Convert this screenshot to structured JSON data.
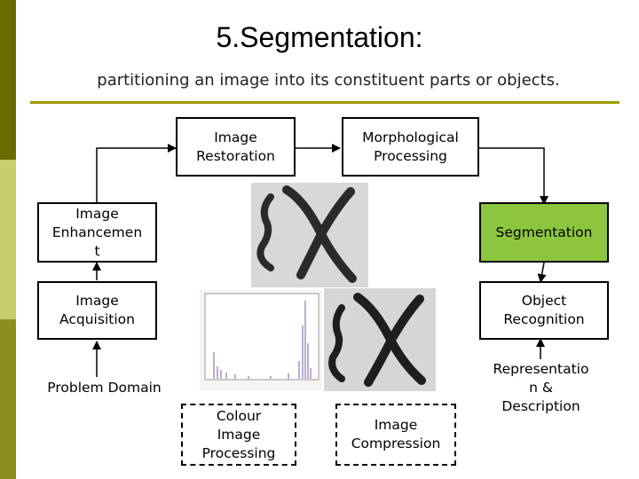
{
  "slide": {
    "title": "5.Segmentation:",
    "subtitle": "partitioning an image into its constituent parts or objects."
  },
  "colors": {
    "sidebar": [
      "#6b6b00",
      "#c8cc6a",
      "#8a8f1e"
    ],
    "rule": "#9c9c00",
    "highlight": "#8cc63f"
  },
  "boxes": {
    "restoration": "Image\nRestoration",
    "morphological": "Morphological\nProcessing",
    "enhancement": "Image\nEnhancemen\nt",
    "segmentation": "Segmentation",
    "acquisition": "Image\nAcquisition",
    "recognition": "Object\nRecognition",
    "problem_domain": "Problem Domain",
    "colour": "Colour\nImage\nProcessing",
    "compression": "Image\nCompression",
    "representation": "Representatio\nn &\nDescription"
  }
}
